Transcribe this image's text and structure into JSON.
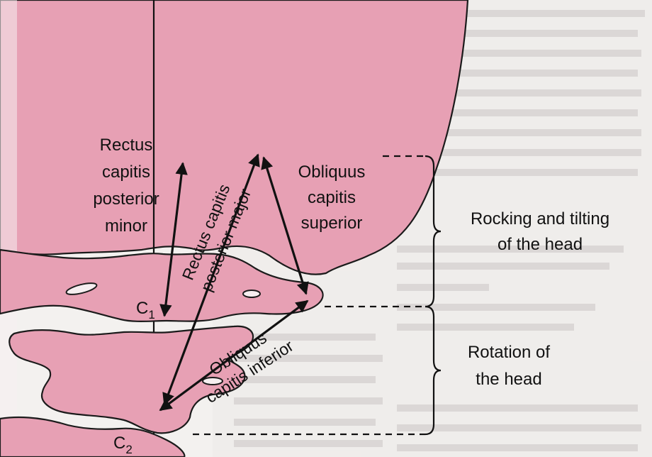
{
  "muscles": {
    "rectus_minor": [
      "Rectus",
      "capitis",
      "posterior",
      "minor"
    ],
    "rectus_major_line1": "Rectus capitis",
    "rectus_major_line2": "posterior major",
    "obliquus_superior": [
      "Obliquus",
      "capitis",
      "superior"
    ],
    "obliquus_inferior_line1": "Obliquus",
    "obliquus_inferior_line2": "capitis inferior"
  },
  "vertebrae": {
    "c1": "C",
    "c1_sub": "1",
    "c2": "C",
    "c2_sub": "2"
  },
  "motions": {
    "rocking": [
      "Rocking and tilting",
      "of the head"
    ],
    "rotation": [
      "Rotation of",
      "the head"
    ]
  },
  "colors": {
    "bone": "#e7a0b4",
    "page": "#f3f1ef",
    "ink": "#111111"
  }
}
